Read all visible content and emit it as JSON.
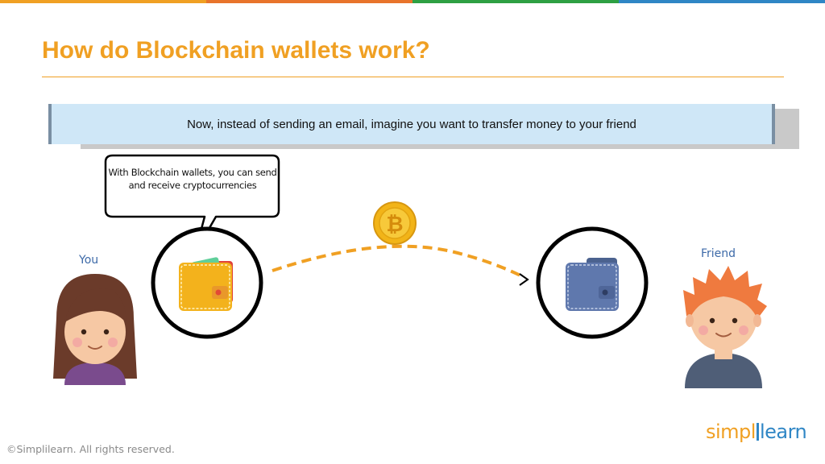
{
  "slide": {
    "title": "How do Blockchain wallets work?",
    "banner_text": "Now, instead of sending an email, imagine you want to transfer money to your friend",
    "bubble_text": "With Blockchain wallets, you can send and receive cryptocurrencies",
    "label_you": "You",
    "label_friend": "Friend",
    "footer": "©Simplilearn. All rights reserved.",
    "logo_part1": "simpl",
    "logo_part2": "learn"
  },
  "colors": {
    "title": "#f0a023",
    "bar": [
      "#f0a023",
      "#e8742b",
      "#2ea043",
      "#2f86c5"
    ],
    "wallet_orange": "#f3b21c",
    "wallet_blue": "#5f78ad",
    "coin": "#f2b418",
    "arrow": "#f0a023"
  },
  "icons": [
    "girl-avatar",
    "boy-avatar",
    "orange-wallet-icon",
    "blue-wallet-icon",
    "bitcoin-coin-icon",
    "speech-bubble",
    "transfer-arrow"
  ]
}
